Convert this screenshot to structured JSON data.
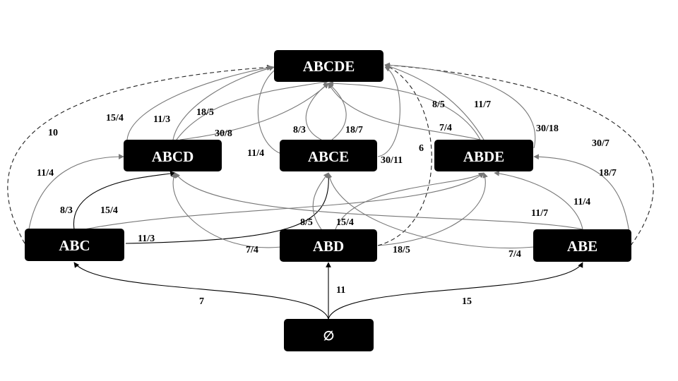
{
  "colors": {
    "node_fill": "#000000",
    "node_text": "#ffffff",
    "solid_edge": "#000000",
    "gray_edge": "#777777",
    "dashed_edge": "#222222"
  },
  "nodes": {
    "abcde": "ABCDE",
    "abcd": "ABCD",
    "abce": "ABCE",
    "abde": "ABDE",
    "abc": "ABC",
    "abd": "ABD",
    "abe": "ABE",
    "empty": "∅"
  },
  "edges": [
    {
      "from": "empty",
      "to": "abc",
      "label": "7",
      "style": "solid"
    },
    {
      "from": "empty",
      "to": "abd",
      "label": "11",
      "style": "solid"
    },
    {
      "from": "empty",
      "to": "abe",
      "label": "15",
      "style": "solid"
    },
    {
      "from": "abc",
      "to": "abcd",
      "label": "8/3",
      "style": "solid"
    },
    {
      "from": "abc",
      "to": "abce",
      "label": "11/3",
      "style": "solid"
    },
    {
      "from": "abc",
      "to": "abcd",
      "label": "11/4",
      "style": "gray"
    },
    {
      "from": "abc",
      "to": "abde",
      "label": "15/4",
      "style": "gray"
    },
    {
      "from": "abc",
      "to": "abcde",
      "label": "10",
      "style": "dashed"
    },
    {
      "from": "abd",
      "to": "abcd",
      "label": "7/4",
      "style": "gray"
    },
    {
      "from": "abd",
      "to": "abce",
      "label": "8/5",
      "style": "gray"
    },
    {
      "from": "abd",
      "to": "abde",
      "label": "15/4",
      "style": "gray"
    },
    {
      "from": "abd",
      "to": "abde",
      "label": "18/5",
      "style": "gray"
    },
    {
      "from": "abd",
      "to": "abcde",
      "label": "6",
      "style": "dashed"
    },
    {
      "from": "abe",
      "to": "abce",
      "label": "7/4",
      "style": "gray"
    },
    {
      "from": "abe",
      "to": "abcd",
      "label": "11/7",
      "style": "gray"
    },
    {
      "from": "abe",
      "to": "abde",
      "label": "11/4",
      "style": "gray"
    },
    {
      "from": "abe",
      "to": "abde",
      "label": "18/7",
      "style": "gray"
    },
    {
      "from": "abe",
      "to": "abcde",
      "label": "30/7",
      "style": "dashed"
    },
    {
      "from": "abcd",
      "to": "abcde",
      "label": "15/4",
      "style": "gray"
    },
    {
      "from": "abcd",
      "to": "abcde",
      "label": "11/3",
      "style": "gray"
    },
    {
      "from": "abcd",
      "to": "abcde",
      "label": "18/5",
      "style": "gray"
    },
    {
      "from": "abcd",
      "to": "abcde",
      "label": "30/8",
      "style": "gray"
    },
    {
      "from": "abce",
      "to": "abcde",
      "label": "8/3",
      "style": "gray"
    },
    {
      "from": "abce",
      "to": "abcde",
      "label": "18/7",
      "style": "gray"
    },
    {
      "from": "abce",
      "to": "abcde",
      "label": "11/4",
      "style": "gray"
    },
    {
      "from": "abce",
      "to": "abcde",
      "label": "30/11",
      "style": "gray"
    },
    {
      "from": "abde",
      "to": "abcde",
      "label": "8/5",
      "style": "gray"
    },
    {
      "from": "abde",
      "to": "abcde",
      "label": "11/7",
      "style": "gray"
    },
    {
      "from": "abde",
      "to": "abcde",
      "label": "7/4",
      "style": "gray"
    },
    {
      "from": "abde",
      "to": "abcde",
      "label": "30/18",
      "style": "gray"
    }
  ]
}
